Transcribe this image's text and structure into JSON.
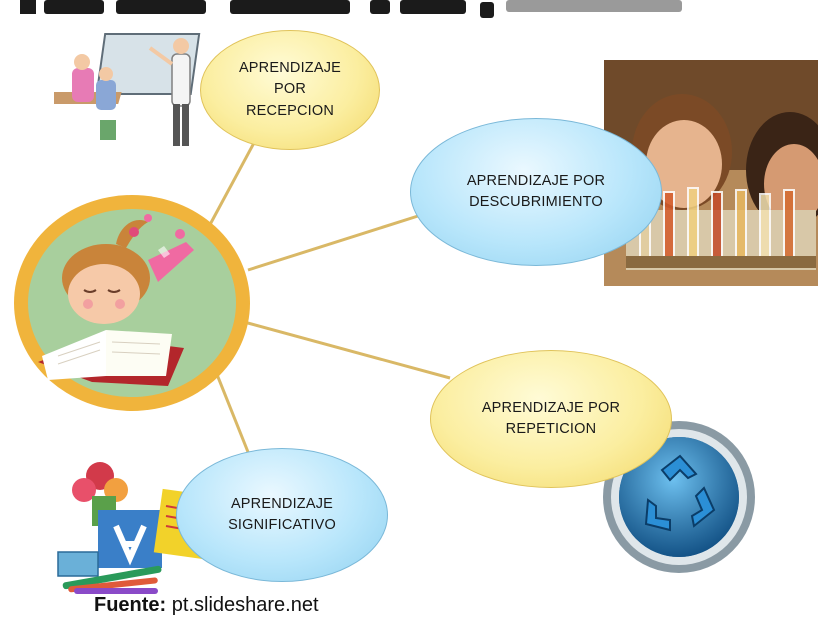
{
  "title_cut": "",
  "bubbles": {
    "recepcion": "APRENDIZAJE\nPOR\nRECEPCION",
    "descubrimiento": "APRENDIZAJE POR\nDESCUBRIMIENTO",
    "repeticion": "APRENDIZAJE POR\nREPETICION",
    "significativo": "APRENDIZAJE\nSIGNIFICATIVO"
  },
  "source": {
    "label": "Fuente:",
    "value": "pt.slideshare.net"
  },
  "colors": {
    "connector": "#d9b866",
    "yellow_bubble": "#fbeea0",
    "blue_bubble": "#b8e6fb",
    "center_ring": "#f0b43c"
  }
}
